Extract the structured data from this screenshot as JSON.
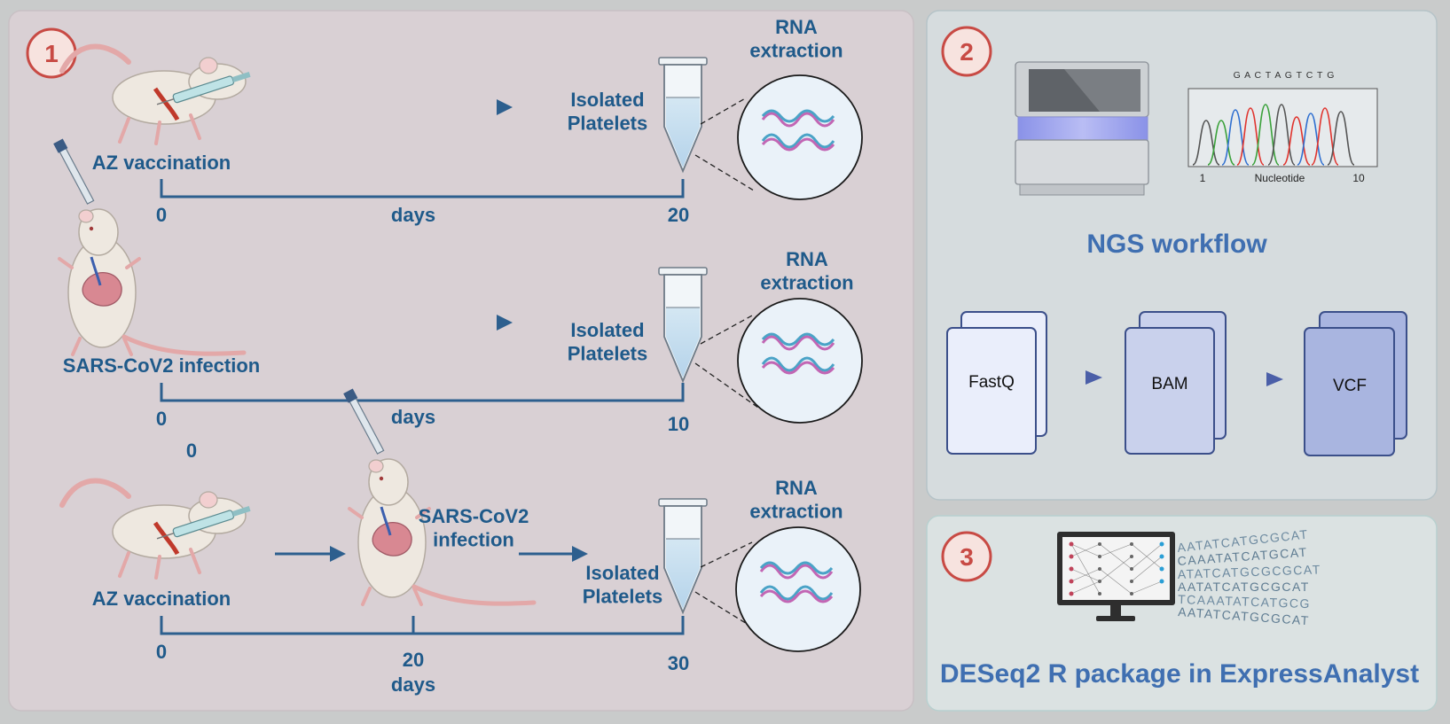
{
  "colors": {
    "panel1_bg": "#d9d0d4",
    "panel_bg": "#d6dcde",
    "panel3_bg": "#dbe2e2",
    "text_blue": "#1f5a8a",
    "title_blue": "#3f6fb1",
    "badge_red": "#c84a44"
  },
  "panel1": {
    "badge": "1",
    "row1": {
      "label": "AZ vaccination",
      "product": "Isolated\nPlatelets",
      "rna": "RNA\nextraction",
      "t_start": "0",
      "t_end": "20",
      "unit": "days"
    },
    "row2": {
      "label": "SARS-CoV2 infection",
      "product": "Isolated\nPlatelets",
      "rna": "RNA\nextraction",
      "t_start": "0",
      "t_end": "10",
      "unit": "days",
      "stray": "0"
    },
    "row3": {
      "label": "AZ vaccination",
      "label2": "SARS-CoV2\ninfection",
      "product": "Isolated\nPlatelets",
      "rna": "RNA\nextraction",
      "t_start": "0",
      "t_mid": "20",
      "t_end": "30",
      "unit": "days"
    }
  },
  "panel2": {
    "badge": "2",
    "sequence": "G A C T A G T C T G",
    "chromatogram_x_start": "1",
    "chromatogram_xlabel": "Nucleotide",
    "chromatogram_x_end": "10",
    "title": "NGS workflow",
    "files": [
      "FastQ",
      "BAM",
      "VCF"
    ]
  },
  "panel3": {
    "badge": "3",
    "dna_rows": [
      "AATATCATGCGCAT",
      "CAAATATCATGCAT",
      "ATATCATGCGCGCAT",
      "AATATCATGCGCAT",
      "TCAAATATCATGCG",
      "AATATCATGCGCAT"
    ],
    "title": "DESeq2 R package in ExpressAnalyst"
  }
}
